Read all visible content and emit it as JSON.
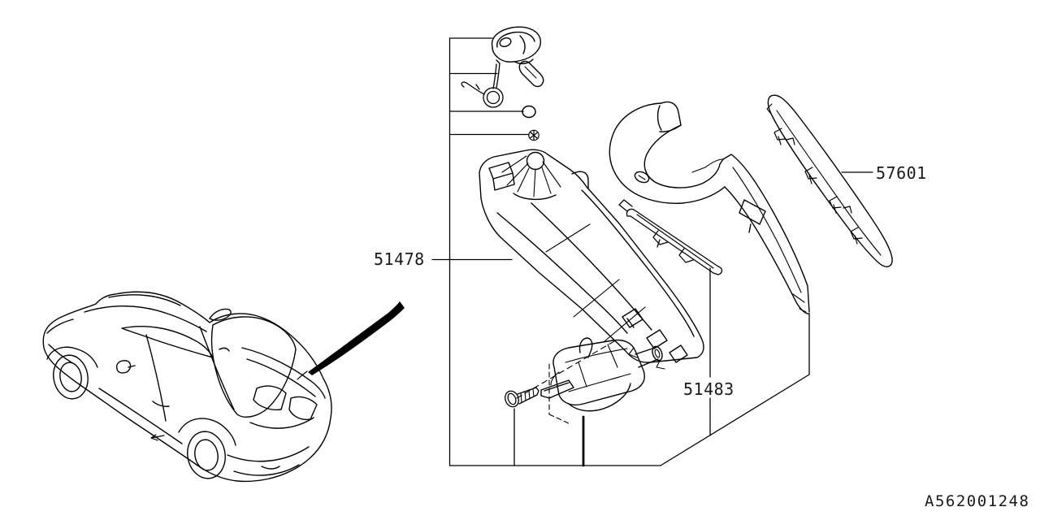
{
  "diagram": {
    "background_color": "#ffffff",
    "line_color": "#000000",
    "part_labels": [
      "51478",
      "51483",
      "57601"
    ],
    "diagram_code": "A562001248"
  }
}
